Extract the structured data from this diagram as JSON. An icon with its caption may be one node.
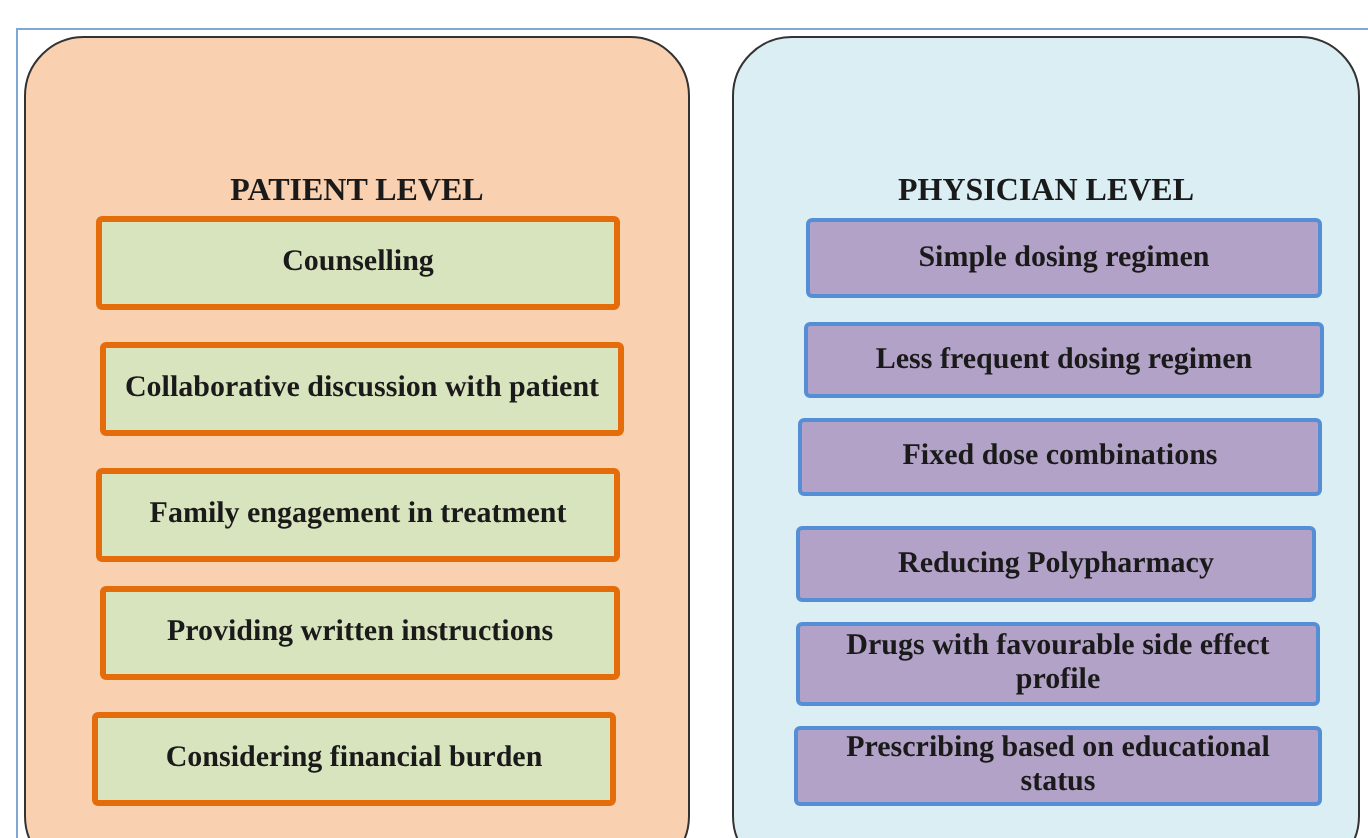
{
  "diagram": {
    "nodes": [
      {
        "text": [
          "PATIENT LEVEL"
        ]
      },
      {
        "text": [
          "Counselling"
        ],
        "in": 0
      },
      {
        "text": [
          "Collaborative discussion with patient"
        ],
        "in": 0
      },
      {
        "text": [
          "Family engagement in treatment"
        ],
        "in": 0
      },
      {
        "text": [
          "Providing written instructions"
        ],
        "in": 0
      },
      {
        "text": [
          "Considering financial burden"
        ],
        "in": 0
      },
      {
        "text": [
          "PHYSICIAN LEVEL"
        ]
      },
      {
        "text": [
          "Simple dosing regimen"
        ],
        "in": 6
      },
      {
        "text": [
          "Less frequent dosing regimen"
        ],
        "in": 6
      },
      {
        "text": [
          "Fixed dose combinations"
        ],
        "in": 6
      },
      {
        "text": [
          "Reducing Polypharmacy"
        ],
        "in": 6
      },
      {
        "text": [
          "Drugs with favourable side effect profile"
        ],
        "in": 6
      },
      {
        "text": [
          "Prescribing based on educational status"
        ],
        "in": 6
      }
    ]
  }
}
